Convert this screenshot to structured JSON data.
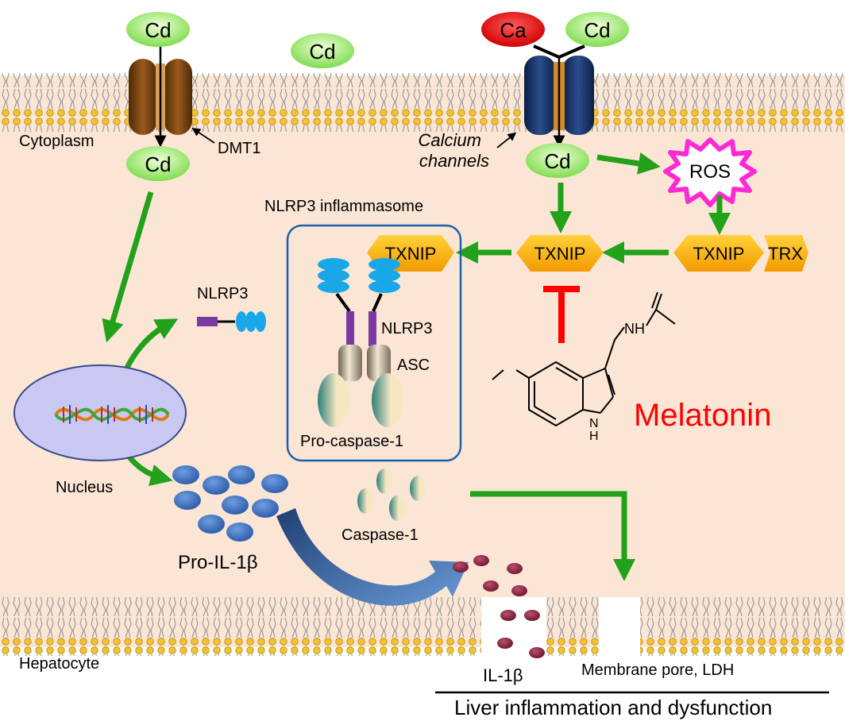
{
  "membrane": {
    "cd_label": "Cd",
    "ca_label": "Ca",
    "cytoplasm": "Cytoplasm",
    "dmt1": "DMT1",
    "calcium_channels_line1": "Calcium",
    "calcium_channels_line2": "channels",
    "hepatocyte": "Hepatocyte"
  },
  "pathway": {
    "ros": "ROS",
    "txnip": "TXNIP",
    "trx": "TRX",
    "inflammasome_title": "NLRP3 inflammasome",
    "nlrp3": "NLRP3",
    "asc": "ASC",
    "pro_caspase": "Pro-caspase-1",
    "nucleus": "Nucleus",
    "pro_il1b": "Pro-IL-1β",
    "caspase1": "Caspase-1",
    "il1b": "IL-1β",
    "membrane_pore": "Membrane pore,  LDH",
    "outcome": "Liver inflammation and dysfunction"
  },
  "drug": {
    "name": "Melatonin",
    "atom_n": "N",
    "atom_h": "H",
    "atom_nh": "NH"
  },
  "colors": {
    "cytoplasm": "#fbe6d6",
    "arrow": "#22a11a",
    "cd": "#8fe06a",
    "ca": "#e00000",
    "inhibit": "#ff0000",
    "nucleus": "#c9c8f2",
    "pro_il1b": "#3c6fc0",
    "il1b": "#8e2241"
  }
}
